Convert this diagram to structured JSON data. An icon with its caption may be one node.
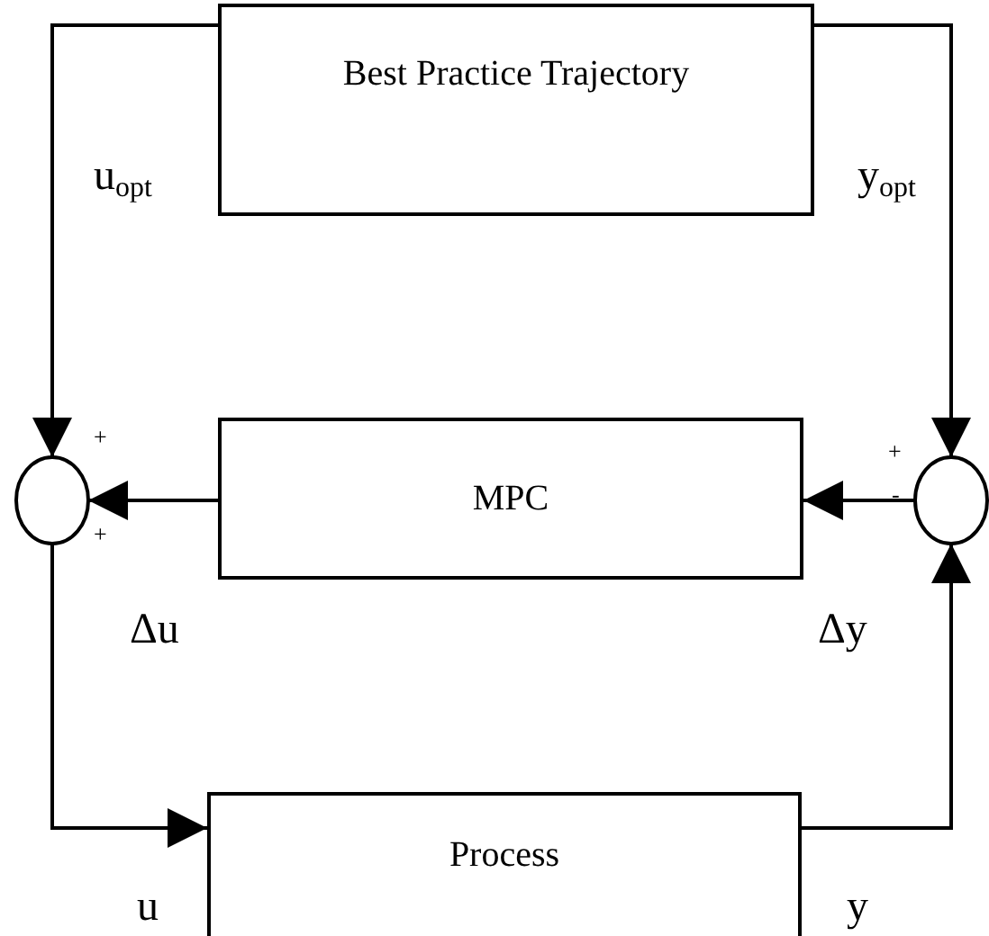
{
  "diagram": {
    "nodes": [
      {
        "text": [
          "Best Practice Trajectory"
        ]
      },
      {
        "text": [],
        "shape": "circle",
        "beside": [
          "+",
          "+"
        ]
      },
      {
        "text": [
          "MPC"
        ]
      },
      {
        "text": [],
        "shape": "circle",
        "beside": [
          "+",
          "-"
        ]
      },
      {
        "text": [
          "Process"
        ]
      }
    ],
    "edges": [
      {
        "from": 0,
        "to": 1,
        "arrow": "to",
        "label": "u$_{opt}$"
      },
      {
        "from": 0,
        "to": 3,
        "arrow": "to",
        "label": "y$_{opt}$"
      },
      {
        "from": 2,
        "to": 1,
        "arrow": "to",
        "label": "Δu"
      },
      {
        "from": 3,
        "to": 2,
        "arrow": "to",
        "label": "Δy"
      },
      {
        "from": 1,
        "to": 4,
        "arrow": "to",
        "label": "u"
      },
      {
        "from": 4,
        "to": 3,
        "arrow": "to",
        "label": "y"
      }
    ]
  }
}
